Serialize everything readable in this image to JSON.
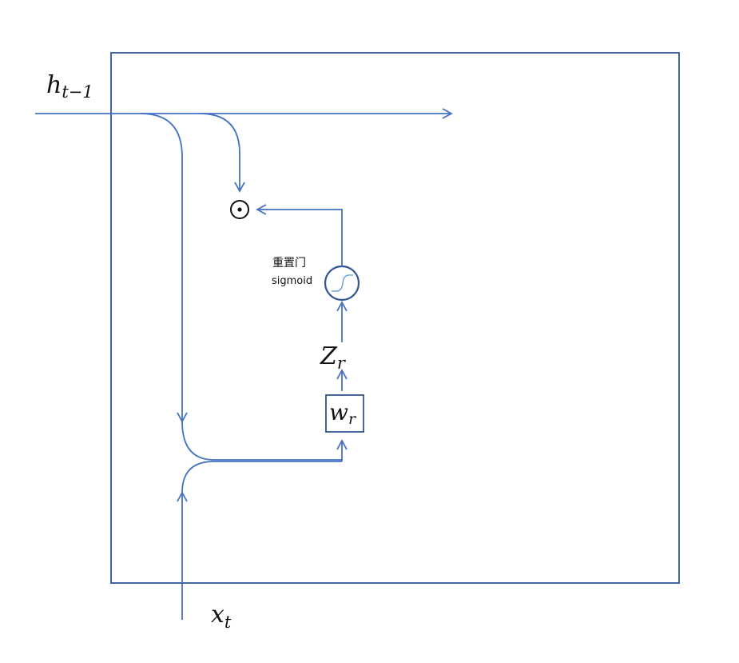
{
  "labels": {
    "h_prev": {
      "base": "h",
      "sub": "t−1"
    },
    "x_t": {
      "base": "x",
      "sub": "t"
    },
    "z_r": {
      "base": "Z",
      "sub": "r"
    },
    "w_r": {
      "base": "w",
      "sub": "r"
    },
    "reset_gate_zh": "重置门",
    "reset_gate_en": "sigmoid",
    "hadamard": "⊙"
  },
  "colors": {
    "line": "#4472c4",
    "box": "#2f5597",
    "text": "#111111"
  }
}
